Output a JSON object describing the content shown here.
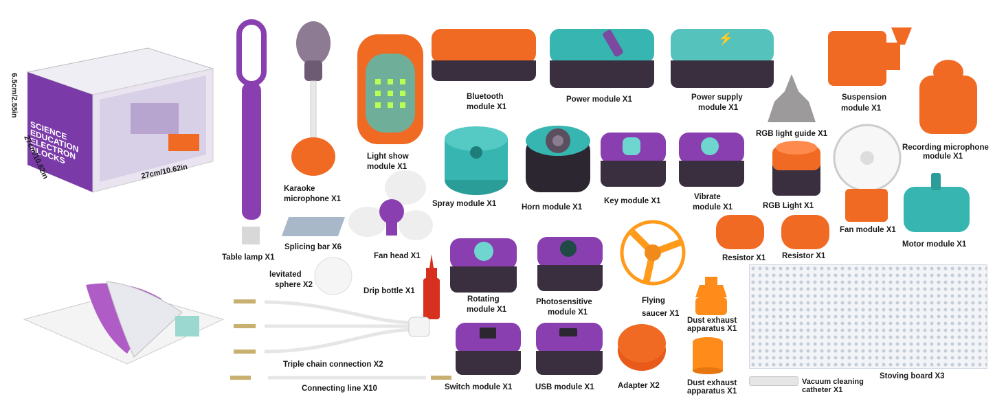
{
  "box": {
    "height_label": "6.5cm/2.55in",
    "depth_label": "27cm/10.62in",
    "width_label": "27cm/10.62in",
    "title_lines": [
      "SCIENCE",
      "EDUCATION",
      "ELECTRON",
      "BLOCKS"
    ]
  },
  "labels": {
    "table_lamp": "Table lamp X1",
    "karaoke_l1": "Karaoke",
    "karaoke_l2": "microphone X1",
    "splicing_bar": "Splicing bar X6",
    "light_show_l1": "Light show",
    "light_show_l2": "module X1",
    "fan_head": "Fan head X1",
    "levitated_l1": "levitated",
    "levitated_l2": "sphere X2",
    "drip_bottle": "Drip bottle X1",
    "triple_chain": "Triple chain connection X2",
    "connecting_line": "Connecting line X10",
    "bluetooth_l1": "Bluetooth",
    "bluetooth_l2": "module X1",
    "power_module": "Power module X1",
    "power_supply_l1": "Power supply",
    "power_supply_l2": "module X1",
    "suspension_l1": "Suspension",
    "suspension_l2": "module X1",
    "rgb_guide": "RGB light guide X1",
    "recording_l1": "Recording microphone",
    "recording_l2": "module X1",
    "spray": "Spray module X1",
    "horn": "Horn module X1",
    "key": "Key module X1",
    "vibrate_l1": "Vibrate",
    "vibrate_l2": "module X1",
    "rgb_light": "RGB Light X1",
    "fan_module": "Fan module X1",
    "motor_module": "Motor module X1",
    "resistor1": "Resistor X1",
    "resistor2": "Resistor X1",
    "rotating_l1": "Rotating",
    "rotating_l2": "module X1",
    "photo_l1": "Photosensitive",
    "photo_l2": "module X1",
    "flying_l1": "Flying",
    "flying_l2": "saucer X1",
    "dust1_l1": "Dust exhaust",
    "dust1_l2": "apparatus X1",
    "dust2_l1": "Dust exhaust",
    "dust2_l2": "apparatus X1",
    "switch": "Switch module X1",
    "usb": "USB module X1",
    "adapter": "Adapter X2",
    "vacuum_l1": "Vacuum cleaning",
    "vacuum_l2": "catheter X1",
    "stoving": "Stoving board X3"
  },
  "colors": {
    "purple": "#8a3fb0",
    "orange": "#f06a23",
    "teal": "#37b5b0",
    "dark": "#3a2f3e"
  }
}
